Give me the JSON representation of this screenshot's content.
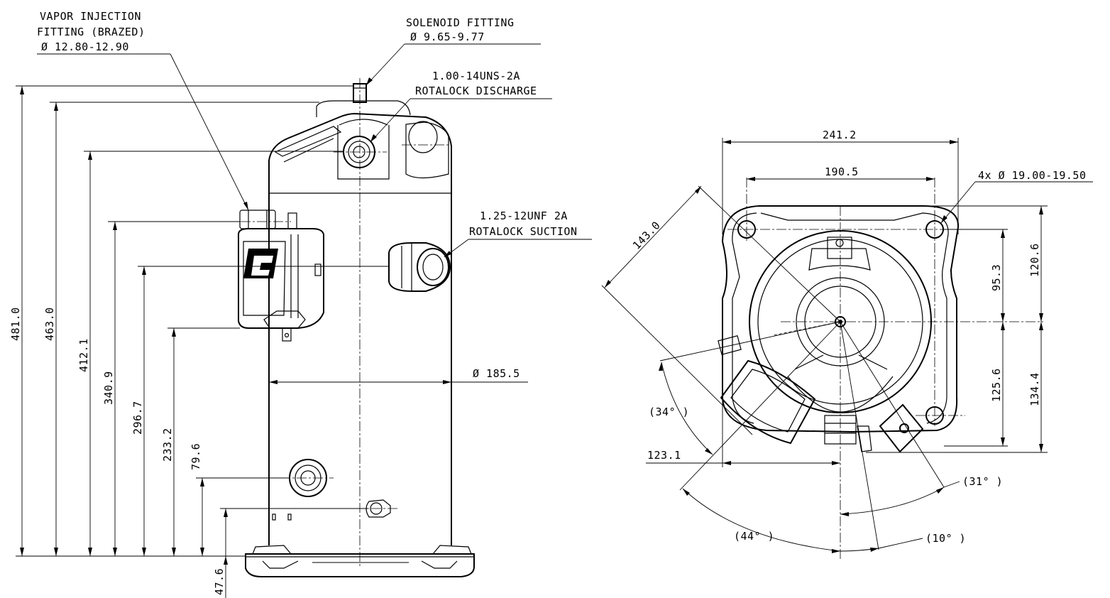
{
  "side_view": {
    "callouts": {
      "vapor_injection_1": "VAPOR INJECTION",
      "vapor_injection_2": "FITTING (BRAZED)",
      "vapor_injection_3": "Ø 12.80-12.90",
      "solenoid_1": "SOLENOID FITTING",
      "solenoid_2": "Ø 9.65-9.77",
      "discharge_1": "1.00-14UNS-2A",
      "discharge_2": "ROTALOCK DISCHARGE",
      "suction_1": "1.25-12UNF 2A",
      "suction_2": "ROTALOCK SUCTION",
      "shell_diameter": "Ø 185.5"
    },
    "heights": {
      "h481": "481.0",
      "h463": "463.0",
      "h412": "412.1",
      "h340": "340.9",
      "h296": "296.7",
      "h233": "233.2",
      "h79": "79.6",
      "h47": "47.6"
    }
  },
  "top_view": {
    "dims": {
      "overall_width": "241.2",
      "hole_spacing": "190.5",
      "holes": "4x  Ø 19.00-19.50",
      "diagonal": "143.0",
      "d120": "120.6",
      "d95": "95.3",
      "d125": "125.6",
      "d134": "134.4",
      "d123": "123.1"
    },
    "angles": {
      "a34": "(34° )",
      "a44": "(44° )",
      "a31": "(31° )",
      "a10": "(10° )"
    }
  }
}
